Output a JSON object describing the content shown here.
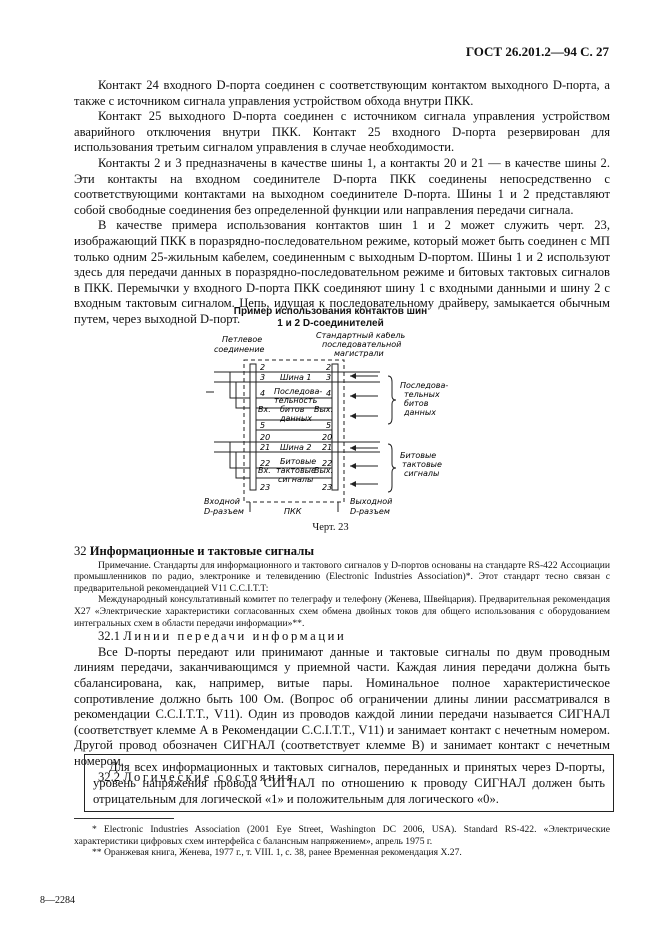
{
  "header": "ГОСТ 26.201.2—94 С. 27",
  "paragraphs_top": [
    "Контакт 24 входного D-порта соединен с соответствующим контактом выходного D-порта, а также с источником сигнала управления устройством обхода внутри ПКК.",
    "Контакт 25 выходного D-порта соединен с источником сигнала управления устройством аварийного отключения внутри ПКК. Контакт 25 входного D-порта резервирован для использования третьим сигналом управления в случае необходимости.",
    "Контакты 2 и 3 предназначены в качестве шины 1, а контакты 20 и 21 — в качестве шины 2. Эти контакты на входном соединителе D-порта ПКК соединены непосредственно с соответствующими контактами на выходном соединителе D-порта. Шины 1 и 2 представляют собой свободные соединения без определенной функции или направления передачи сигнала.",
    "В качестве примера использования контактов шин 1 и 2 может служить черт. 23, изображающий ПКК в поразрядно-последовательном режиме, который может быть соединен с МП только одним 25-жильным кабелем, соединенным с выходным D-портом. Шины 1 и 2 используют здесь для передачи данных в поразрядно-последовательном режиме и битовых тактовых сигналов в ПКК. Перемычки у входного D-порта ПКК соединяют шину 1 с входными данными и шину 2 с входным тактовым сигналом. Цепь, идущая к последовательному драйверу, замыкается обычным путем, через выходной D-порт."
  ],
  "figure": {
    "title_line1": "Пример использования контактов шин",
    "title_line2": "1 и 2 D-соединителей",
    "label_loop": "Петлевое",
    "label_loop2": "соединение",
    "label_cable1": "Стандартный кабель",
    "label_cable2": "последовательной",
    "label_cable3": "магистрали",
    "pins": [
      "2",
      "3",
      "4",
      "5",
      "20",
      "21",
      "22",
      "23"
    ],
    "bus1": "Шина 1",
    "bus2": "Шина 2",
    "seq1": "Последова-",
    "seq2": "тельность",
    "bits1": "битов",
    "bits2": "данных",
    "clk1": "Битовые",
    "clk2": "тактовые",
    "clk3": "сигналы",
    "in_lbl": "Вх.",
    "out_lbl": "Вых.",
    "right1_1": "Последова-",
    "right1_2": "тельных",
    "right1_3": "битов",
    "right1_4": "данных",
    "right2_1": "Битовые",
    "right2_2": "тактовые",
    "right2_3": "сигналы",
    "input_port1": "Входной",
    "input_port2": "D-разъем",
    "pkk": "ПКК",
    "output_port1": "Выходной",
    "output_port2": "D-разъем"
  },
  "figure_caption": "Черт. 23",
  "section32_num": "32",
  "section32_title": "Информационные и тактовые сигналы",
  "note1": "Примечание. Стандарты для информационного и тактового сигналов у D-портов основаны на стандарте RS-422 Ассоциации промышленников по радио, электронике и телевидению (Electronic Industries Association)*. Этот стандарт тесно связан с предварительной рекомендацией V11 С.С.I.T.T:",
  "note2": "Международный консультативный комитет по телеграфу и телефону (Женева, Швейцария). Предварительная рекомендация X27 «Электрические характеристики согласованных схем обмена двойных токов для общего использования с оборудованием интегральных схем в области передачи информации»**.",
  "s321_num": "32.1",
  "s321_title": "Линии передачи информации",
  "s321_text": "Все D-порты передают или принимают данные и тактовые сигналы по двум проводным линиям передачи, заканчивающимся у приемной части. Каждая линия передачи должна быть сбалансирована, как, например, витые пары. Номинальное полное характеристическое сопротивление должно быть 100 Ом. (Вопрос об ограничении длины линии рассматривался в рекомендации С.С.I.T.T., V11). Один из проводов каждой линии передачи называется СИГНАЛ (соответствует клемме А в Рекомендации С.С.I.T.T., V11) и занимает контакт с нечетным номером. Другой провод обозначен СИГНАЛ (соответствует клемме В) и занимает контакт с нечетным номером.",
  "s322_num": "32.2",
  "s322_title": "Логические состояния",
  "boxed_text": "Для всех информационных и тактовых сигналов, переданных и принятых через D-порты, уровень напряжения провода СИГНАЛ по отношению к проводу СИГНАЛ должен быть отрицательным для логической «1» и положительным для логического «0».",
  "footnote1": "* Electronic Industries Association (2001 Eye Street, Washington DC 2006, USA). Standard RS-422. «Электрические характеристики цифровых схем интерфейса с балансным напряжением», апрель 1975 г.",
  "footnote2": "** Оранжевая книга, Женева, 1977 г., т. VIII. 1, с. 38, ранее Временная рекомендация X.27.",
  "page_code": "8—2284"
}
